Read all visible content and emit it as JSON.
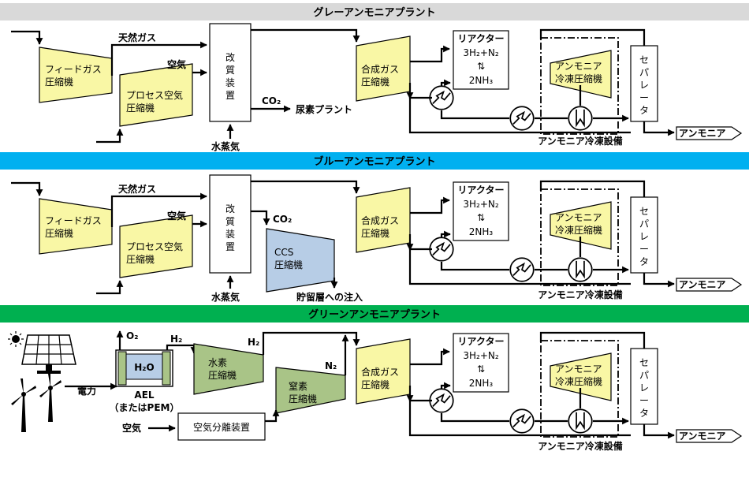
{
  "sections": [
    {
      "title": "グレーアンモニアプラント",
      "band_color": "#d9d9d9",
      "feed_compressor": [
        "フィードガス",
        "圧縮機"
      ],
      "natural_gas": "天然ガス",
      "air": "空気",
      "process_air_compressor": [
        "プロセス空気",
        "圧縮機"
      ],
      "reformer": [
        "改",
        "質",
        "装",
        "置"
      ],
      "steam": "水蒸気",
      "co2": "CO₂",
      "co2_destination": "尿素プラント",
      "synthesis_compressor": [
        "合成ガス",
        "圧縮機"
      ],
      "reactor_title": "リアクター",
      "reactor_reactants": "3H₂+N₂",
      "reactor_arrow": "⇅",
      "reactor_product": "2NH₃",
      "refrigeration_compressor": [
        "アンモニア",
        "冷凍圧縮機"
      ],
      "separator": [
        "セ",
        "パ",
        "レ",
        "ー",
        "タ"
      ],
      "refrigeration_unit": "アンモニア冷凍設備",
      "product": "アンモニア"
    },
    {
      "title": "ブルーアンモニアプラント",
      "band_color": "#00b0f0",
      "feed_compressor": [
        "フィードガス",
        "圧縮機"
      ],
      "natural_gas": "天然ガス",
      "air": "空気",
      "process_air_compressor": [
        "プロセス空気",
        "圧縮機"
      ],
      "reformer": [
        "改",
        "質",
        "装",
        "置"
      ],
      "steam": "水蒸気",
      "co2": "CO₂",
      "ccs_compressor": [
        "CCS",
        "圧縮機"
      ],
      "co2_destination": "貯留層への注入",
      "synthesis_compressor": [
        "合成ガス",
        "圧縮機"
      ],
      "reactor_title": "リアクター",
      "reactor_reactants": "3H₂+N₂",
      "reactor_arrow": "⇅",
      "reactor_product": "2NH₃",
      "refrigeration_compressor": [
        "アンモニア",
        "冷凍圧縮機"
      ],
      "separator": [
        "セ",
        "パ",
        "レ",
        "ー",
        "タ"
      ],
      "refrigeration_unit": "アンモニア冷凍設備",
      "product": "アンモニア"
    },
    {
      "title": "グリーンアンモニアプラント",
      "band_color": "#00b050",
      "power": "電力",
      "o2": "O₂",
      "h2_out": "H₂",
      "h2o": "H₂O",
      "electrolyzer": [
        "AEL",
        "（またはPEM）"
      ],
      "h2_compressor": [
        "水素",
        "圧縮機"
      ],
      "h2_line": "H₂",
      "n2_compressor": [
        "窒素",
        "圧縮機"
      ],
      "n2_line": "N₂",
      "air": "空気",
      "air_separation": "空気分離装置",
      "synthesis_compressor": [
        "合成ガス",
        "圧縮機"
      ],
      "reactor_title": "リアクター",
      "reactor_reactants": "3H₂+N₂",
      "reactor_arrow": "⇅",
      "reactor_product": "2NH₃",
      "refrigeration_compressor": [
        "アンモニア",
        "冷凍圧縮機"
      ],
      "separator": [
        "セ",
        "パ",
        "レ",
        "ー",
        "タ"
      ],
      "refrigeration_unit": "アンモニア冷凍設備",
      "product": "アンモニア"
    }
  ],
  "colors": {
    "compressor_yellow": "#f9f7a5",
    "compressor_blue": "#b7cde6",
    "compressor_green": "#a9c487",
    "electrolyte_blue": "#b7cde6",
    "electrode_green": "#a9c487"
  },
  "icons": [
    "sun-icon",
    "solar-panel-icon",
    "wind-turbine-icon",
    "heat-exchanger-icon",
    "chiller-icon",
    "arrow-icon"
  ]
}
